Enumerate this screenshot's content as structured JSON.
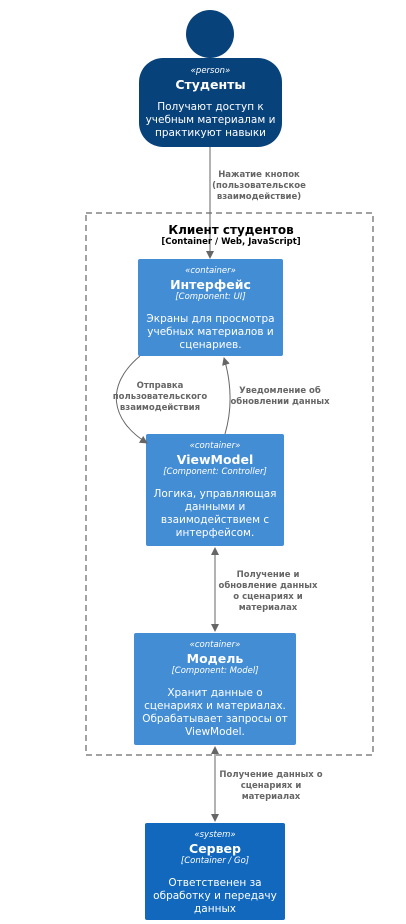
{
  "colors": {
    "person": "#08427b",
    "container": "#438dd5",
    "system": "#1168bd",
    "arrow": "#666666",
    "boundary": "#444444"
  },
  "person": {
    "stereotype": "«person»",
    "name": "Студенты",
    "description": "Получают доступ к учебным материалам и практикуют навыки"
  },
  "boundary": {
    "name": "Клиент студентов",
    "tech": "[Container / Web, JavaScript]"
  },
  "ui": {
    "stereotype": "«container»",
    "name": "Интерфейс",
    "tech": "[Component: UI]",
    "description": "Экраны для просмотра учебных материалов и сценариев."
  },
  "viewmodel": {
    "stereotype": "«container»",
    "name": "ViewModel",
    "tech": "[Component: Controller]",
    "description": "Логика, управляющая данными и взаимодействием с интерфейсом."
  },
  "model": {
    "stereotype": "«container»",
    "name": "Модель",
    "tech": "[Component: Model]",
    "description": "Хранит данные о сценариях и материалах. Обрабатывает запросы от ViewModel."
  },
  "server": {
    "stereotype": "«system»",
    "name": "Сервер",
    "tech": "[Container / Go]",
    "description": "Ответственен за обработку и передачу данных"
  },
  "edges": {
    "person_ui": [
      "Нажатие кнопок",
      "(пользовательское",
      "взаимодействие)"
    ],
    "ui_vm": [
      "Отправка",
      "пользовательского",
      "взаимодействия"
    ],
    "vm_ui": [
      "Уведомление об",
      "обновлении данных"
    ],
    "vm_model": [
      "Получение и",
      "обновление данных",
      "о сценариях и",
      "материалах"
    ],
    "model_server": [
      "Получение данных о",
      "сценариях и",
      "материалах"
    ]
  }
}
